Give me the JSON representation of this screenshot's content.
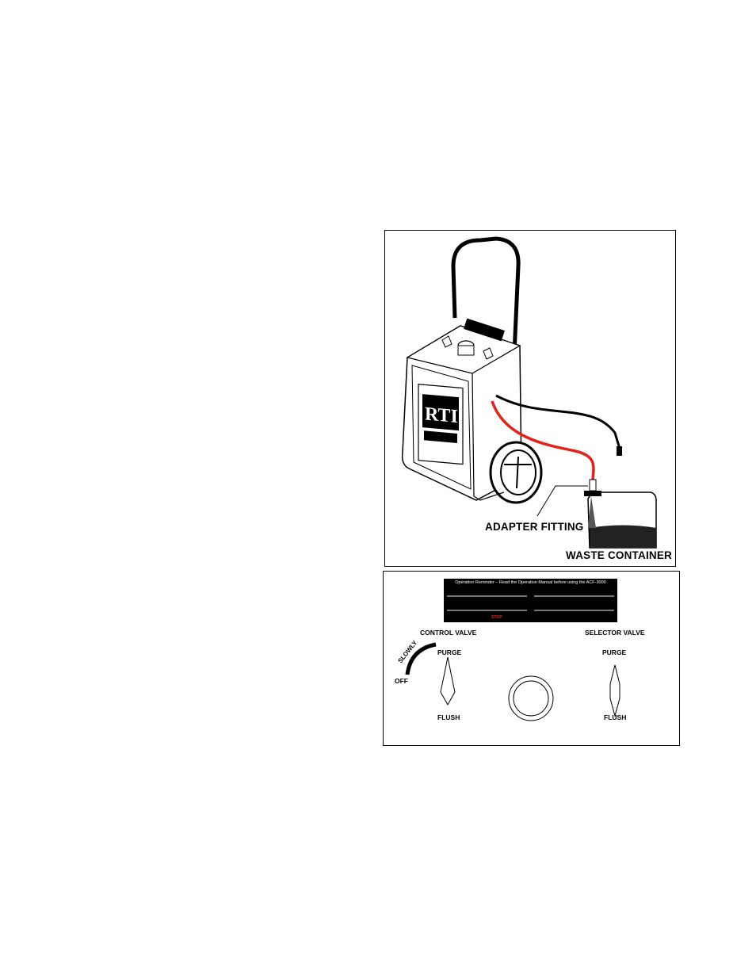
{
  "figure_top": {
    "labels": {
      "adapter_fitting": "ADAPTER FITTING",
      "waste_container": "WASTE CONTAINER"
    },
    "logo_text": "RTI",
    "hose_colors": {
      "red_hose": "#e2231a",
      "black_hose": "#000000"
    }
  },
  "figure_bottom": {
    "reminder": {
      "title": "Operation Reminder – Read the Operation Manual before using the ACF-3000",
      "stop_word": "STOP"
    },
    "control_valve": {
      "title": "CONTROL VALVE",
      "slowly": "SLOWLY",
      "off": "OFF",
      "purge": "PURGE",
      "flush": "FLUSH"
    },
    "selector_valve": {
      "title": "SELECTOR VALVE",
      "purge": "PURGE",
      "flush": "FLUSH"
    }
  }
}
